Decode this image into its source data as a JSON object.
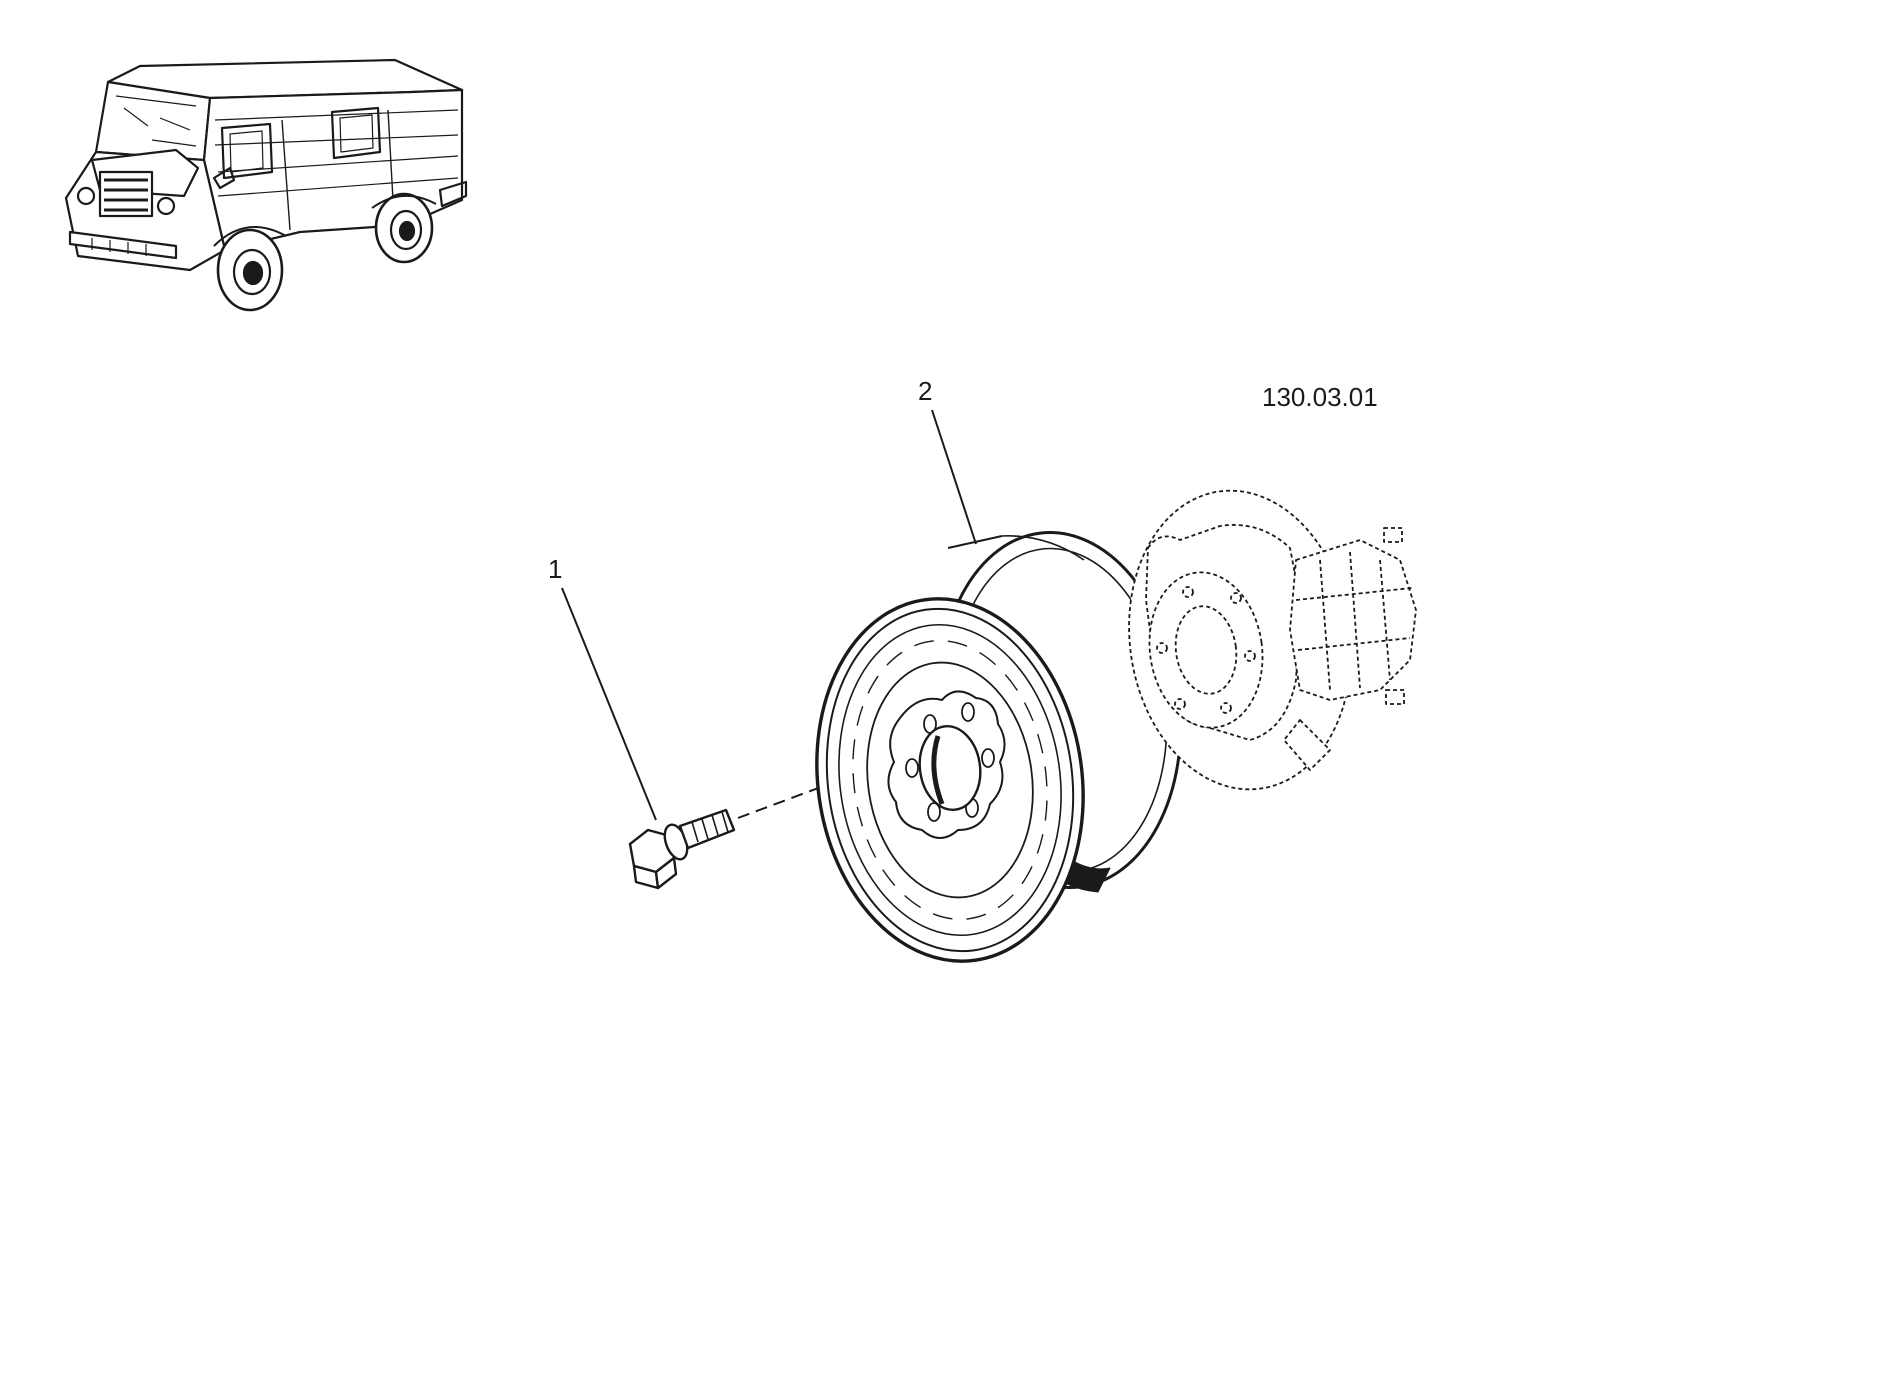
{
  "callouts": {
    "bolt_number": "1",
    "wheel_number": "2",
    "hub_reference": "130.03.01"
  },
  "parts": {
    "thumbnail": "vehicle-thumbnail",
    "item_1": "wheel-bolt",
    "item_2": "wheel-rim",
    "reference": "brake-hub-assembly"
  },
  "colors": {
    "line": "#1a1a1a",
    "background": "#ffffff"
  }
}
